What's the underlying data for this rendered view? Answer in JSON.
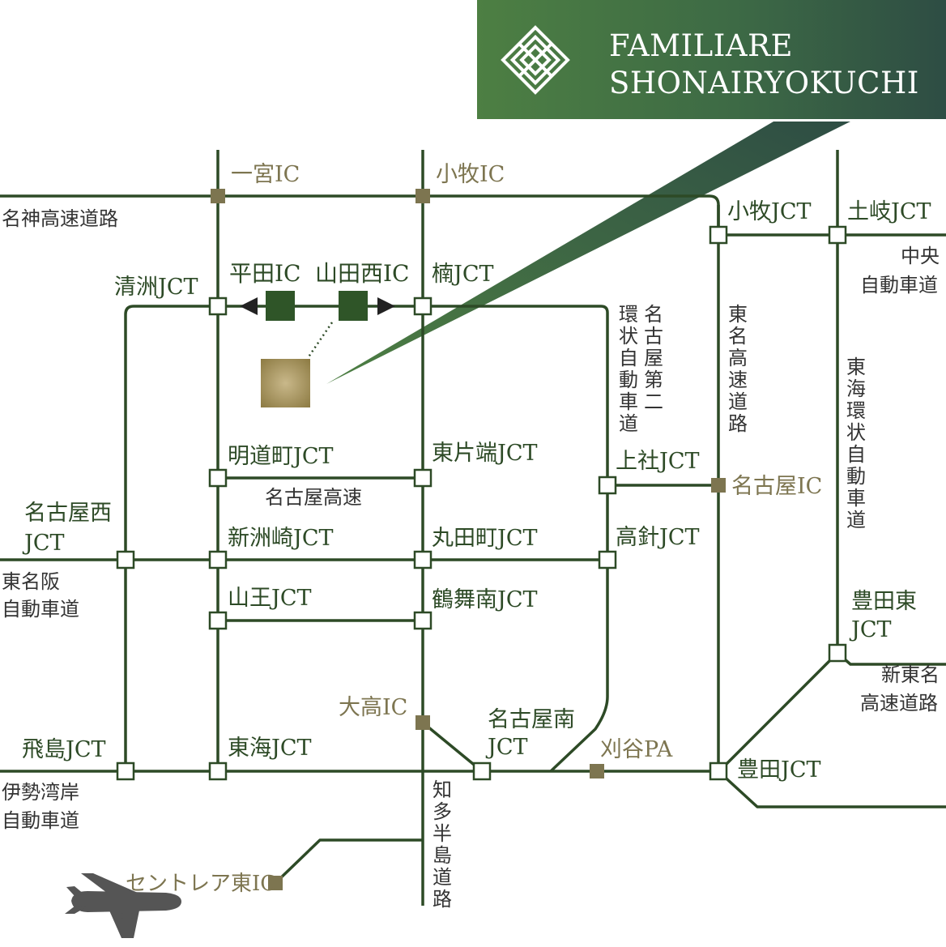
{
  "brand": {
    "line1": "FAMILIARE",
    "line2": "SHONAIRYOKUCHI",
    "icon": "endless-knot-logo-icon"
  },
  "colors": {
    "road": "#2d4a26",
    "interchange": "#7d7550",
    "brand_green": "#3d6a45",
    "site_gold": "#9e8b55"
  },
  "ics": {
    "ichinomiya": "一宮IC",
    "komaki": "小牧IC",
    "hirata": "平田IC",
    "yamadanishi": "山田西IC",
    "nagoya": "名古屋IC",
    "odaka": "大高IC",
    "kariya": "刈谷PA",
    "centrair": "セントレア東IC"
  },
  "jcts": {
    "komaki": "小牧JCT",
    "toki": "土岐JCT",
    "kiyosu": "清洲JCT",
    "kusunoki": "楠JCT",
    "meidocho": "明道町JCT",
    "higashikatahata": "東片端JCT",
    "kamiyashiro": "上社JCT",
    "nagoyanishi_1": "名古屋西",
    "nagoyanishi_2": "JCT",
    "shinsuzaki": "新洲崎JCT",
    "marutamachi": "丸田町JCT",
    "takabari": "高針JCT",
    "sanno": "山王JCT",
    "tsurumaiminami": "鶴舞南JCT",
    "toyotahigashi_1": "豊田東",
    "toyotahigashi_2": "JCT",
    "tobishima": "飛島JCT",
    "tokai": "東海JCT",
    "nagoyaminami_1": "名古屋南",
    "nagoyaminami_2": "JCT",
    "toyota": "豊田JCT"
  },
  "roads": {
    "meishin": "名神高速道路",
    "chuo_1": "中央",
    "chuo_2": "自動車道",
    "nagoya_kosoku": "名古屋高速",
    "tomeihan_1": "東名阪",
    "tomeihan_2": "自動車道",
    "shintomei_1": "新東名",
    "shintomei_2": "高速道路",
    "isewangan_1": "伊勢湾岸",
    "isewangan_2": "自動車道",
    "nagoya_daini_a": "環状自動車道",
    "nagoya_daini_b": "名古屋第二",
    "tomei": "東名高速道路",
    "tokai_kanjo": "東海環状自動車道",
    "chita": "知多半島道路"
  },
  "airport_icon": "airplane-icon",
  "site_icon": "property-site-marker-icon"
}
